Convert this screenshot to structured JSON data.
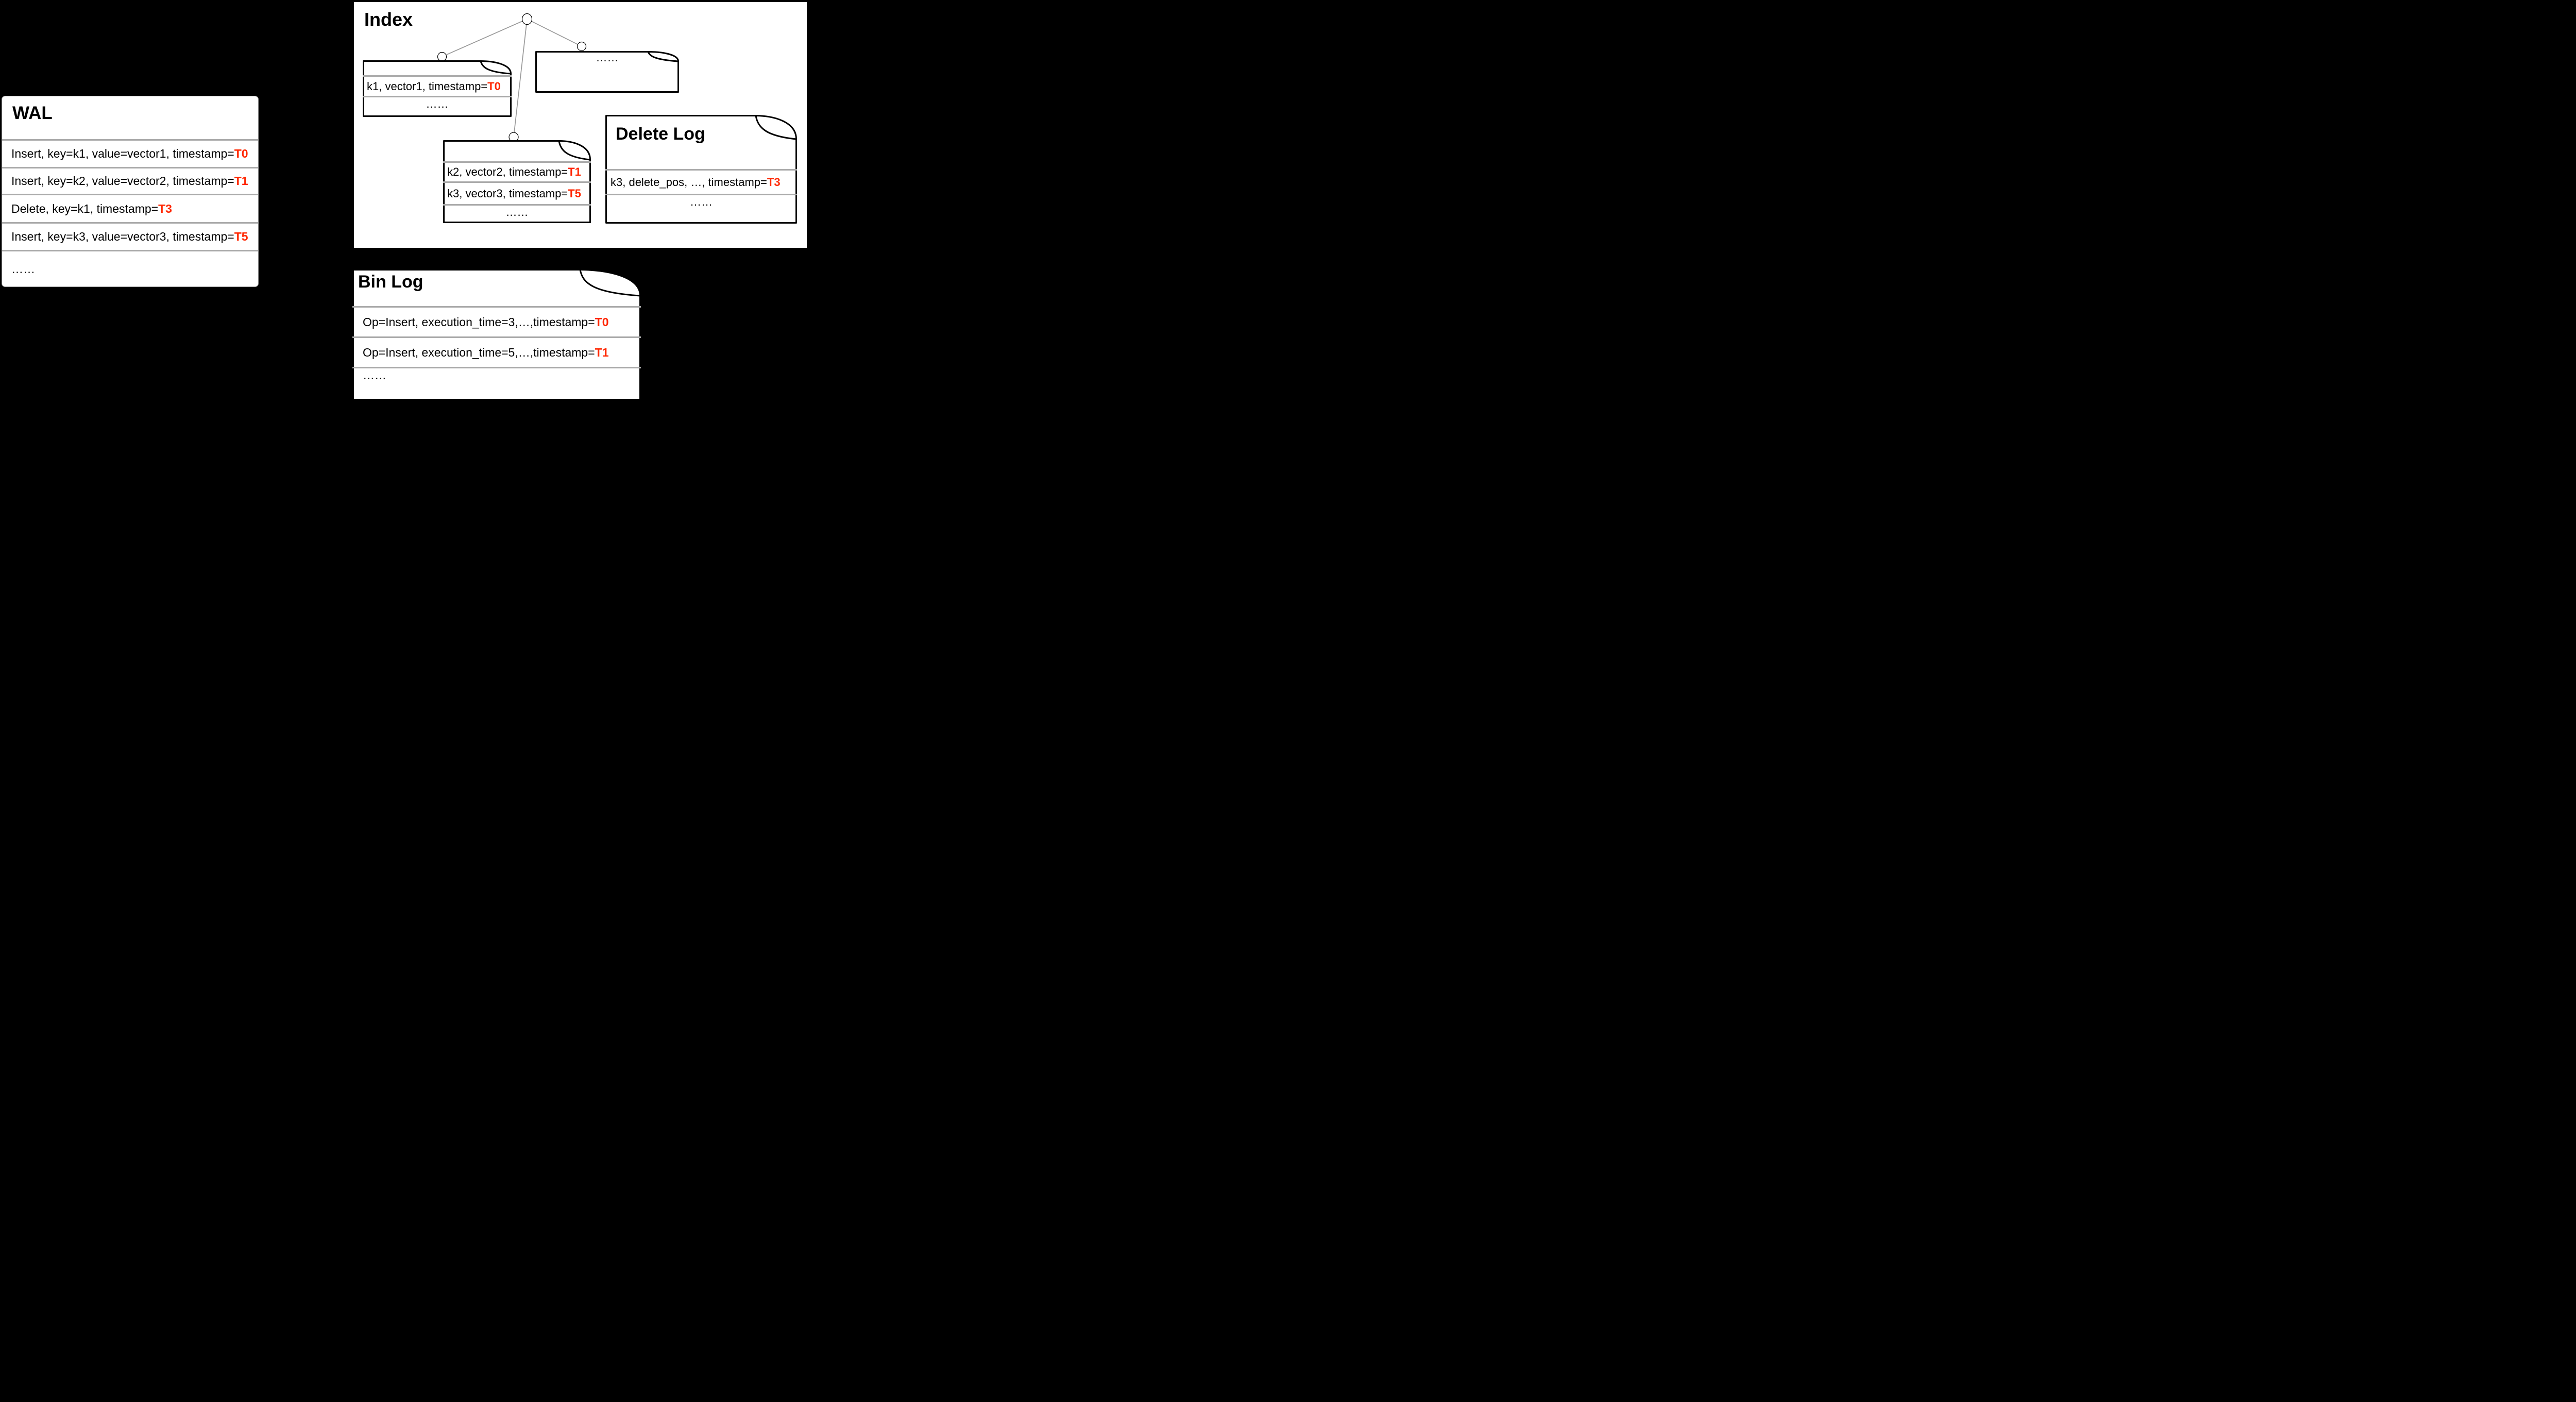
{
  "colors": {
    "background": "#000000",
    "panel": "#ffffff",
    "accent_red": "#ff2600",
    "separator": "#aaaaaa",
    "edge": "#999999",
    "outline": "#000000"
  },
  "wal": {
    "title": "WAL",
    "rows": [
      {
        "text": "Insert, key=k1, value=vector1, timestamp=",
        "highlight": "T0"
      },
      {
        "text": "Insert, key=k2, value=vector2, timestamp=",
        "highlight": "T1"
      },
      {
        "text": "Delete, key=k1, timestamp=",
        "highlight": "T3"
      },
      {
        "text": "Insert, key=k3, value=vector3, timestamp=",
        "highlight": "T5"
      },
      {
        "text": "……",
        "highlight": ""
      }
    ]
  },
  "index": {
    "title": "Index",
    "left_segment": {
      "rows": [
        {
          "text": "k1, vector1, timestamp=",
          "highlight": "T0"
        },
        {
          "text": "……",
          "highlight": ""
        }
      ]
    },
    "middle_segment": {
      "rows": [
        {
          "text": "k2, vector2, timestamp=",
          "highlight": "T1"
        },
        {
          "text": "k3, vector3, timestamp=",
          "highlight": "T5"
        },
        {
          "text": "……",
          "highlight": ""
        }
      ]
    },
    "ellipsis_segment": {
      "label": "……"
    }
  },
  "delete_log": {
    "title": "Delete Log",
    "rows": [
      {
        "text": "k3, delete_pos, …, timestamp=",
        "highlight": "T3"
      },
      {
        "text": "……",
        "highlight": ""
      }
    ]
  },
  "bin_log": {
    "title": "Bin Log",
    "rows": [
      {
        "text": "Op=Insert, execution_time=3,…,timestamp=",
        "highlight": "T0"
      },
      {
        "text": "Op=Insert, execution_time=5,…,timestamp=",
        "highlight": "T1"
      },
      {
        "text": "……",
        "highlight": ""
      }
    ]
  }
}
